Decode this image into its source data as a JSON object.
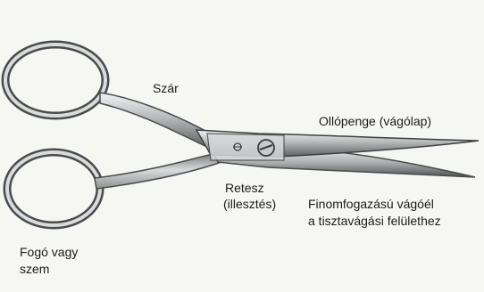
{
  "labels": {
    "shank": "Szár",
    "blade": "Ollópenge (vágólap)",
    "pivot_line1": "Retesz",
    "pivot_line2": "(illesztés)",
    "serration_line1": "Finomfogazású vágóél",
    "serration_line2": "a tisztavágási felülethez",
    "grip_line1": "Fogó vagy",
    "grip_line2": "szem"
  },
  "colors": {
    "background": "#f6f7f3",
    "steel_dark": "#4a4b4c",
    "steel_mid": "#9a9c9e",
    "steel_light": "#e4e6e7",
    "text": "#1b1b1b"
  }
}
